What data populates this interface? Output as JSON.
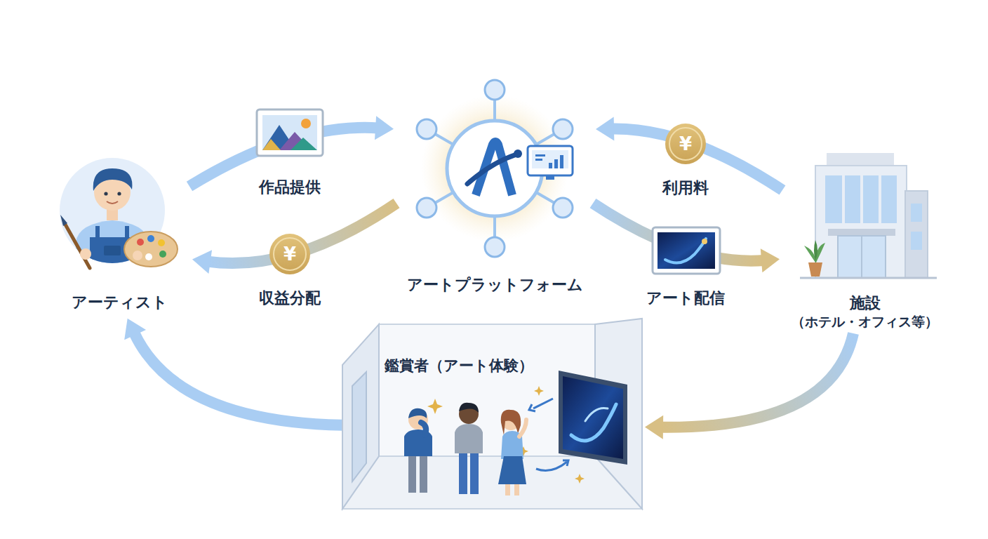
{
  "diagram": {
    "nodes": [
      {
        "text": [
          "アーティスト"
        ]
      },
      {
        "text": [
          "アートプラットフォーム"
        ]
      },
      {
        "text": [
          "施設",
          "（ホテル・オフィス等）"
        ]
      },
      {
        "text": [
          "鑑賞者（アート体験）"
        ]
      }
    ],
    "edges": [
      {
        "from": 0,
        "to": 1,
        "label": "作品提供",
        "arrow": "to"
      },
      {
        "from": 1,
        "to": 0,
        "label": "収益分配",
        "arrow": "to"
      },
      {
        "from": 2,
        "to": 1,
        "label": "利用料",
        "arrow": "to"
      },
      {
        "from": 1,
        "to": 2,
        "label": "アート配信",
        "arrow": "to"
      },
      {
        "from": 2,
        "to": 3,
        "arrow": "to"
      },
      {
        "from": 3,
        "to": 0,
        "arrow": "to"
      }
    ],
    "labels": [
      "¥",
      "¥"
    ]
  }
}
